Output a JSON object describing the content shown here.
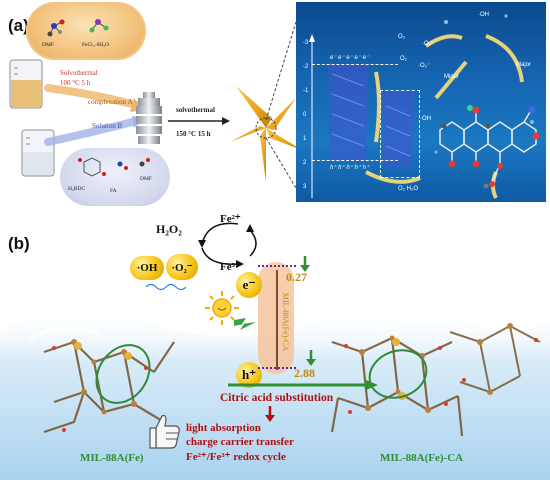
{
  "panel_a": {
    "label": "(a)",
    "precursor_cloud": {
      "dmf": "DMF",
      "fecl3": "FeCl₃·6H₂O"
    },
    "step1": {
      "line1": "Solvothermal",
      "line2": "100 °C  5 h"
    },
    "complexation": "complexation A",
    "solution_b": "Solution B",
    "ligand_cloud": {
      "h2bdc": "H₂BDC",
      "fa": "FA",
      "dmf": "DMF"
    },
    "step2": {
      "line1": "solvothermal",
      "line2": "150 °C  15 h"
    },
    "mechanism": {
      "y_ticks": [
        "-3",
        "-2",
        "-1",
        "0",
        "1",
        "2",
        "3"
      ],
      "o2_labels": [
        "O₂",
        "·O₂⁻",
        "O₂",
        "·O₂⁻"
      ],
      "oh_label": "·OH",
      "o2_minus": "·O₂",
      "minor": "Minor",
      "major": "Major",
      "h2o": "O₂  H₂O",
      "oh_side": "·OH",
      "electron_row": "e⁻ e⁻ e⁻ e⁻ e⁻",
      "hole_row": "h⁺ h⁺ h⁺ h⁺ h⁺"
    }
  },
  "panel_b": {
    "label": "(b)",
    "h2o2": "H₂O₂",
    "fe2": "Fe²⁺",
    "fe3": "Fe³⁺",
    "oh": "·OH",
    "o2": "·O₂⁻",
    "electron": "e⁻",
    "hole": "h⁺",
    "cb_value": "0.27",
    "vb_value": "2.88",
    "band_label": "MIL-88A(Fe)-CA",
    "substitution": "Citric acid substitution",
    "bullets": [
      "light absorption",
      "charge carrier transfer",
      "Fe²⁺/Fe³⁺ redox cycle"
    ],
    "left_name": "MIL-88A(Fe)",
    "right_name": "MIL-88A(Fe)-CA"
  },
  "colors": {
    "green": "#2f8f34",
    "red": "#b01010",
    "gold": "#c08a10",
    "blue_panel": "#1563ae",
    "ellipse_green": "#2e8b3a"
  },
  "icons": [
    "beaker-icon",
    "autoclave-icon",
    "star-crystal-icon",
    "sun-icon",
    "thumbs-up-icon",
    "molecule-icon"
  ]
}
